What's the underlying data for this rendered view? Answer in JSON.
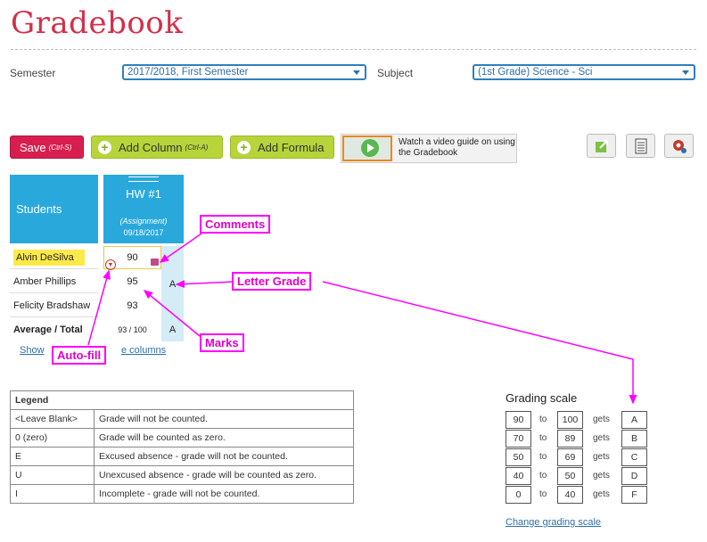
{
  "title": "Gradebook",
  "filters": {
    "semester_label": "Semester",
    "semester_value": "2017/2018, First Semester",
    "subject_label": "Subject",
    "subject_value": "(1st Grade) Science - Sci"
  },
  "toolbar": {
    "save_label": "Save",
    "save_shortcut": "(Ctrl-S)",
    "add_column_label": "Add Column",
    "add_column_shortcut": "(Ctrl-A)",
    "add_formula_label": "Add Formula",
    "video_guide_text": "Watch a video guide on using the Gradebook",
    "icons": [
      "export-icon",
      "document-icon",
      "settings-gear-icon"
    ]
  },
  "grid": {
    "students_header": "Students",
    "column": {
      "name": "HW #1",
      "type": "(Assignment)",
      "date": "09/18/2017"
    },
    "rows": [
      {
        "student": "Alvin DeSilva",
        "mark": "90",
        "letter": ""
      },
      {
        "student": "Amber Phillips",
        "mark": "95",
        "letter": "A"
      },
      {
        "student": "Felicity Bradshaw",
        "mark": "93",
        "letter": ""
      }
    ],
    "average_label": "Average / Total",
    "average_mark": "93 / 100",
    "average_letter": "A",
    "show_link_part1": "Show",
    "show_link_part2": "e columns"
  },
  "callouts": {
    "comments": "Comments",
    "letter_grade": "Letter Grade",
    "marks": "Marks",
    "auto_fill": "Auto-fill"
  },
  "legend": {
    "header": "Legend",
    "rows": [
      {
        "code": "<Leave Blank>",
        "desc": "Grade will not be counted."
      },
      {
        "code": "0 (zero)",
        "desc": "Grade will be counted as zero."
      },
      {
        "code": "E",
        "desc": "Excused absence - grade will not be counted."
      },
      {
        "code": "U",
        "desc": "Unexcused absence - grade will be counted as zero."
      },
      {
        "code": "I",
        "desc": "Incomplete - grade will not be counted."
      }
    ]
  },
  "grading_scale": {
    "title": "Grading scale",
    "to_word": "to",
    "gets_word": "gets",
    "rows": [
      {
        "from": "90",
        "to": "100",
        "grade": "A"
      },
      {
        "from": "70",
        "to": "89",
        "grade": "B"
      },
      {
        "from": "50",
        "to": "69",
        "grade": "C"
      },
      {
        "from": "40",
        "to": "50",
        "grade": "D"
      },
      {
        "from": "0",
        "to": "40",
        "grade": "F"
      }
    ],
    "change_link": "Change grading scale"
  },
  "colors": {
    "accent": "#d32f4a",
    "header_blue": "#29a8dc",
    "callout": "#ff00ff",
    "button_green": "#b7d43a"
  }
}
